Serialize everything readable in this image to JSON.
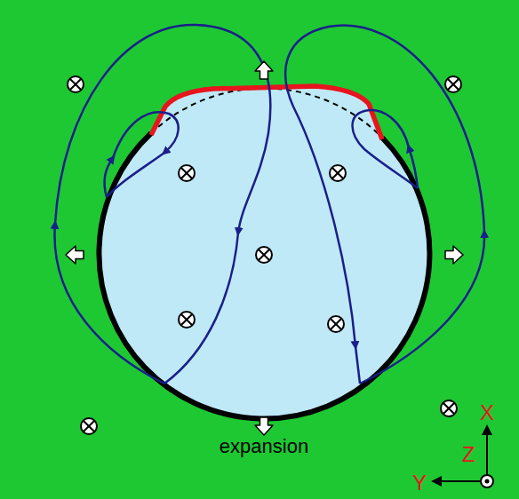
{
  "diagram": {
    "labels": [
      "expansion",
      "X",
      "Z",
      "Y"
    ]
  }
}
